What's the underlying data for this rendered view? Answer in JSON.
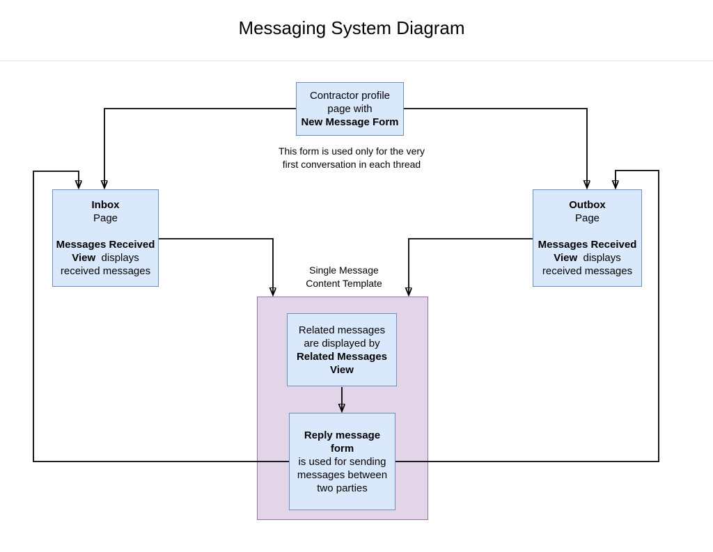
{
  "title": "Messaging System Diagram",
  "colors": {
    "node_fill": "#dae8fc",
    "node_border": "#6c8ebf",
    "container_fill": "#e1d5e7",
    "container_border": "#9673a6",
    "connector": "#000000"
  },
  "annotations": {
    "form_note": [
      "This form is used only for the very",
      "first conversation in each thread"
    ],
    "container_label": [
      "Single Message",
      "Content Template"
    ]
  },
  "nodes": {
    "contractor_profile": {
      "lines": [
        [
          {
            "t": "Contractor profile"
          }
        ],
        [
          {
            "t": "page with"
          }
        ],
        [
          {
            "t": "New Message Form",
            "b": true
          }
        ]
      ]
    },
    "inbox": {
      "lines": [
        [
          {
            "t": "Inbox",
            "b": true
          }
        ],
        [
          {
            "t": "Page"
          }
        ],
        [],
        [
          {
            "t": "Messages Received",
            "b": true
          }
        ],
        [
          {
            "t": "View",
            "b": true
          },
          {
            "t": "  displays"
          }
        ],
        [
          {
            "t": "received messages"
          }
        ]
      ]
    },
    "outbox": {
      "lines": [
        [
          {
            "t": "Outbox",
            "b": true
          }
        ],
        [
          {
            "t": "Page"
          }
        ],
        [],
        [
          {
            "t": "Messages Received",
            "b": true
          }
        ],
        [
          {
            "t": "View",
            "b": true
          },
          {
            "t": "  displays"
          }
        ],
        [
          {
            "t": "received messages"
          }
        ]
      ]
    },
    "related_messages": {
      "lines": [
        [
          {
            "t": "Related messages"
          }
        ],
        [
          {
            "t": "are displayed by"
          }
        ],
        [
          {
            "t": "Related Messages",
            "b": true
          }
        ],
        [
          {
            "t": "View",
            "b": true
          }
        ]
      ]
    },
    "reply_form": {
      "lines": [
        [
          {
            "t": "Reply message",
            "b": true
          }
        ],
        [
          {
            "t": "form",
            "b": true
          }
        ],
        [
          {
            "t": "is used for sending"
          }
        ],
        [
          {
            "t": "messages between"
          }
        ],
        [
          {
            "t": "two parties"
          }
        ]
      ]
    }
  }
}
